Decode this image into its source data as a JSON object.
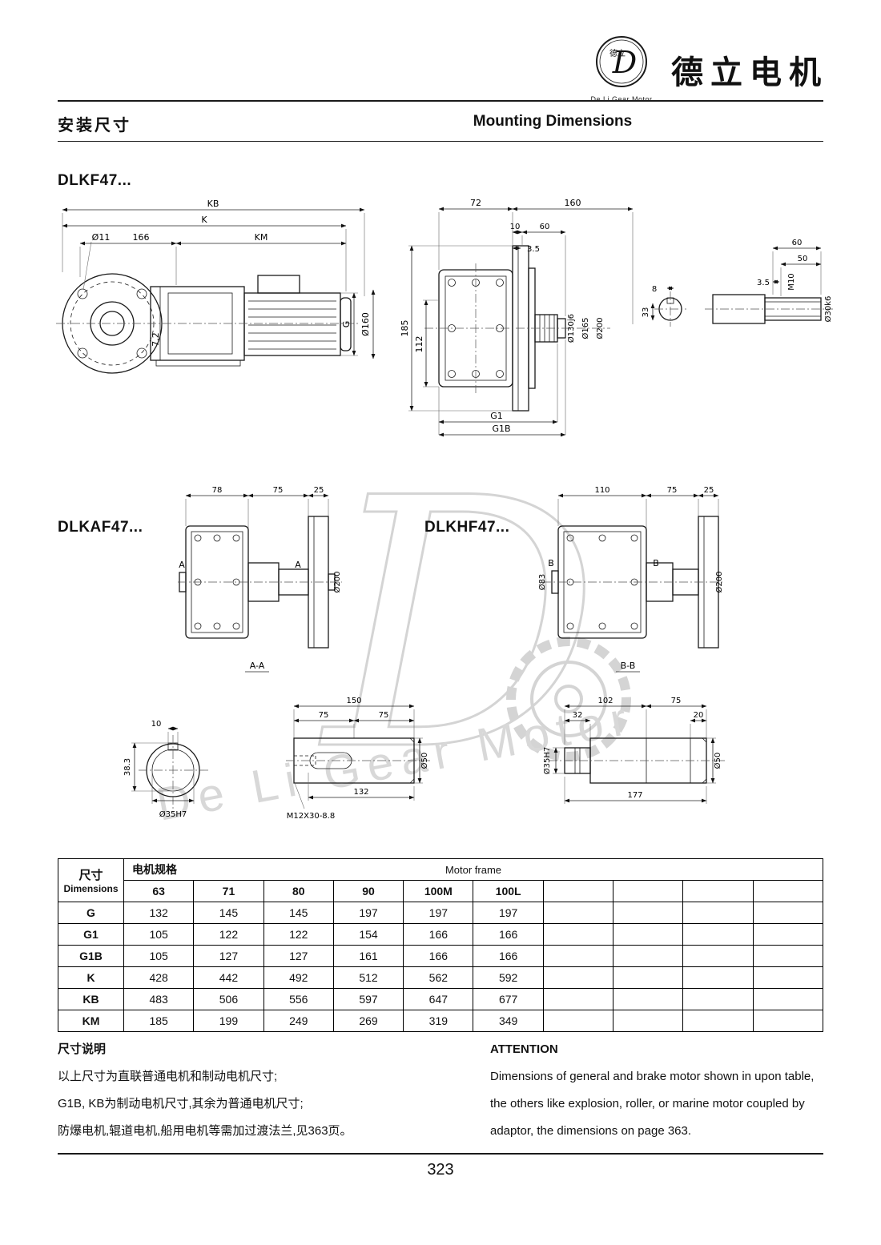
{
  "page_number": "323",
  "header": {
    "brand_cn": "德立电机",
    "brand_sub": "De Li Gear Motor",
    "logo_letter": "D",
    "logo_cn": "德立"
  },
  "titles": {
    "cn": "安装尺寸",
    "en": "Mounting Dimensions"
  },
  "models": {
    "dlkf": "DLKF47...",
    "dlkaf": "DLKAF47...",
    "dlkhf": "DLKHF47..."
  },
  "dims": {
    "side": {
      "kb": "KB",
      "k": "K",
      "d11": "Ø11",
      "l166": "166",
      "km": "KM",
      "l7_2": "7.2",
      "g": "G",
      "d160": "Ø160"
    },
    "front": {
      "l72": "72",
      "l160": "160",
      "l10": "10",
      "l60": "60",
      "l3_5": "3.5",
      "l185": "185",
      "l112": "112",
      "d130": "Ø130j6",
      "d165": "Ø165",
      "d200": "Ø200",
      "g1": "G1",
      "g1b": "G1B"
    },
    "shaft": {
      "l60": "60",
      "l50": "50",
      "l3_5": "3.5",
      "m10": "M10",
      "d30": "Ø30k6",
      "l8": "8",
      "l33": "33"
    },
    "af": {
      "l78": "78",
      "l75": "75",
      "l25": "25",
      "a1": "A",
      "a2": "A",
      "d200": "Ø200",
      "sec": "A-A"
    },
    "hf": {
      "l110": "110",
      "l75": "75",
      "l25": "25",
      "d83": "Ø83",
      "b1": "B",
      "b2": "B",
      "d200": "Ø200",
      "sec": "B-B"
    },
    "aa": {
      "l10": "10",
      "l38": "38.3",
      "d35": "Ø35H7"
    },
    "mid": {
      "l150": "150",
      "l75a": "75",
      "l75b": "75",
      "d50": "Ø50",
      "key": "M12X30-8.8",
      "l132": "132"
    },
    "bb": {
      "l102": "102",
      "l75": "75",
      "l32": "32",
      "l20": "20",
      "d50": "Ø50",
      "d35": "Ø35H7",
      "l177": "177"
    }
  },
  "table": {
    "dim_cn": "尺寸",
    "dim_en": "Dimensions",
    "motor_cn": "电机规格",
    "motor_en": "Motor frame",
    "columns": [
      "63",
      "71",
      "80",
      "90",
      "100M",
      "100L"
    ],
    "rows": [
      {
        "label": "G",
        "values": [
          "132",
          "145",
          "145",
          "197",
          "197",
          "197"
        ]
      },
      {
        "label": "G1",
        "values": [
          "105",
          "122",
          "122",
          "154",
          "166",
          "166"
        ]
      },
      {
        "label": "G1B",
        "values": [
          "105",
          "127",
          "127",
          "161",
          "166",
          "166"
        ]
      },
      {
        "label": "K",
        "values": [
          "428",
          "442",
          "492",
          "512",
          "562",
          "592"
        ]
      },
      {
        "label": "KB",
        "values": [
          "483",
          "506",
          "556",
          "597",
          "647",
          "677"
        ]
      },
      {
        "label": "KM",
        "values": [
          "185",
          "199",
          "249",
          "269",
          "319",
          "349"
        ]
      }
    ]
  },
  "notes": {
    "cn_title": "尺寸说明",
    "cn_lines": [
      "以上尺寸为直联普通电机和制动电机尺寸;",
      "G1B, KB为制动电机尺寸,其余为普通电机尺寸;",
      "防爆电机,辊道电机,船用电机等需加过渡法兰,见363页。"
    ],
    "en_title": "ATTENTION",
    "en_lines": [
      "Dimensions of general and brake motor shown in upon table,",
      "the others like explosion, roller, or marine motor coupled by",
      "adaptor, the dimensions on page 363."
    ]
  },
  "watermark": {
    "letter": "D",
    "text": "De  Li  Gear  Motor"
  }
}
